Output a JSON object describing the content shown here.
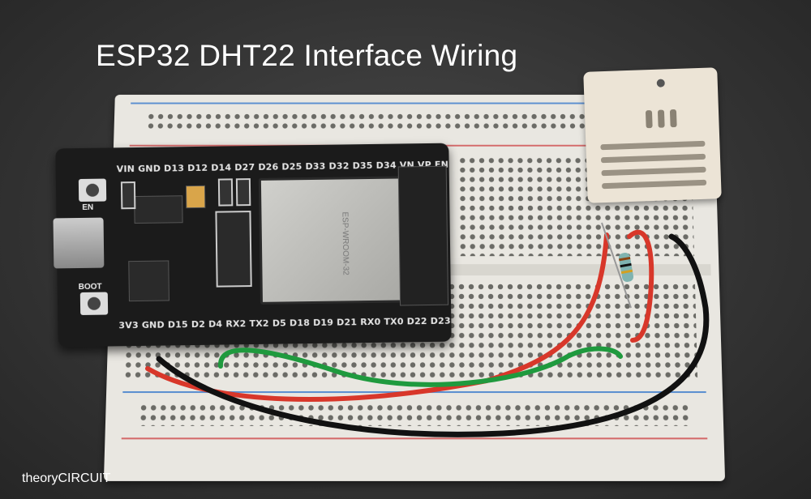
{
  "title": "ESP32 DHT22 Interface Wiring",
  "credit": "theoryCIRCUIT",
  "esp32": {
    "top_pins": "VIN GND D13 D12 D14 D27 D26 D25 D33 D32 D35 D34 VN VP EN",
    "bottom_pins": "3V3 GND D15 D2 D4 RX2 TX2 D5 D18 D19 D21 RX0 TX0 D22 D23",
    "en_label": "EN",
    "boot_label": "BOOT",
    "module_label": "ESP-WROOM-32"
  },
  "colors": {
    "red_wire": "#d8372a",
    "black_wire": "#111111",
    "green_wire": "#1f9a3e",
    "rail_red": "#d46a6a",
    "rail_blue": "#5b8fd0"
  }
}
